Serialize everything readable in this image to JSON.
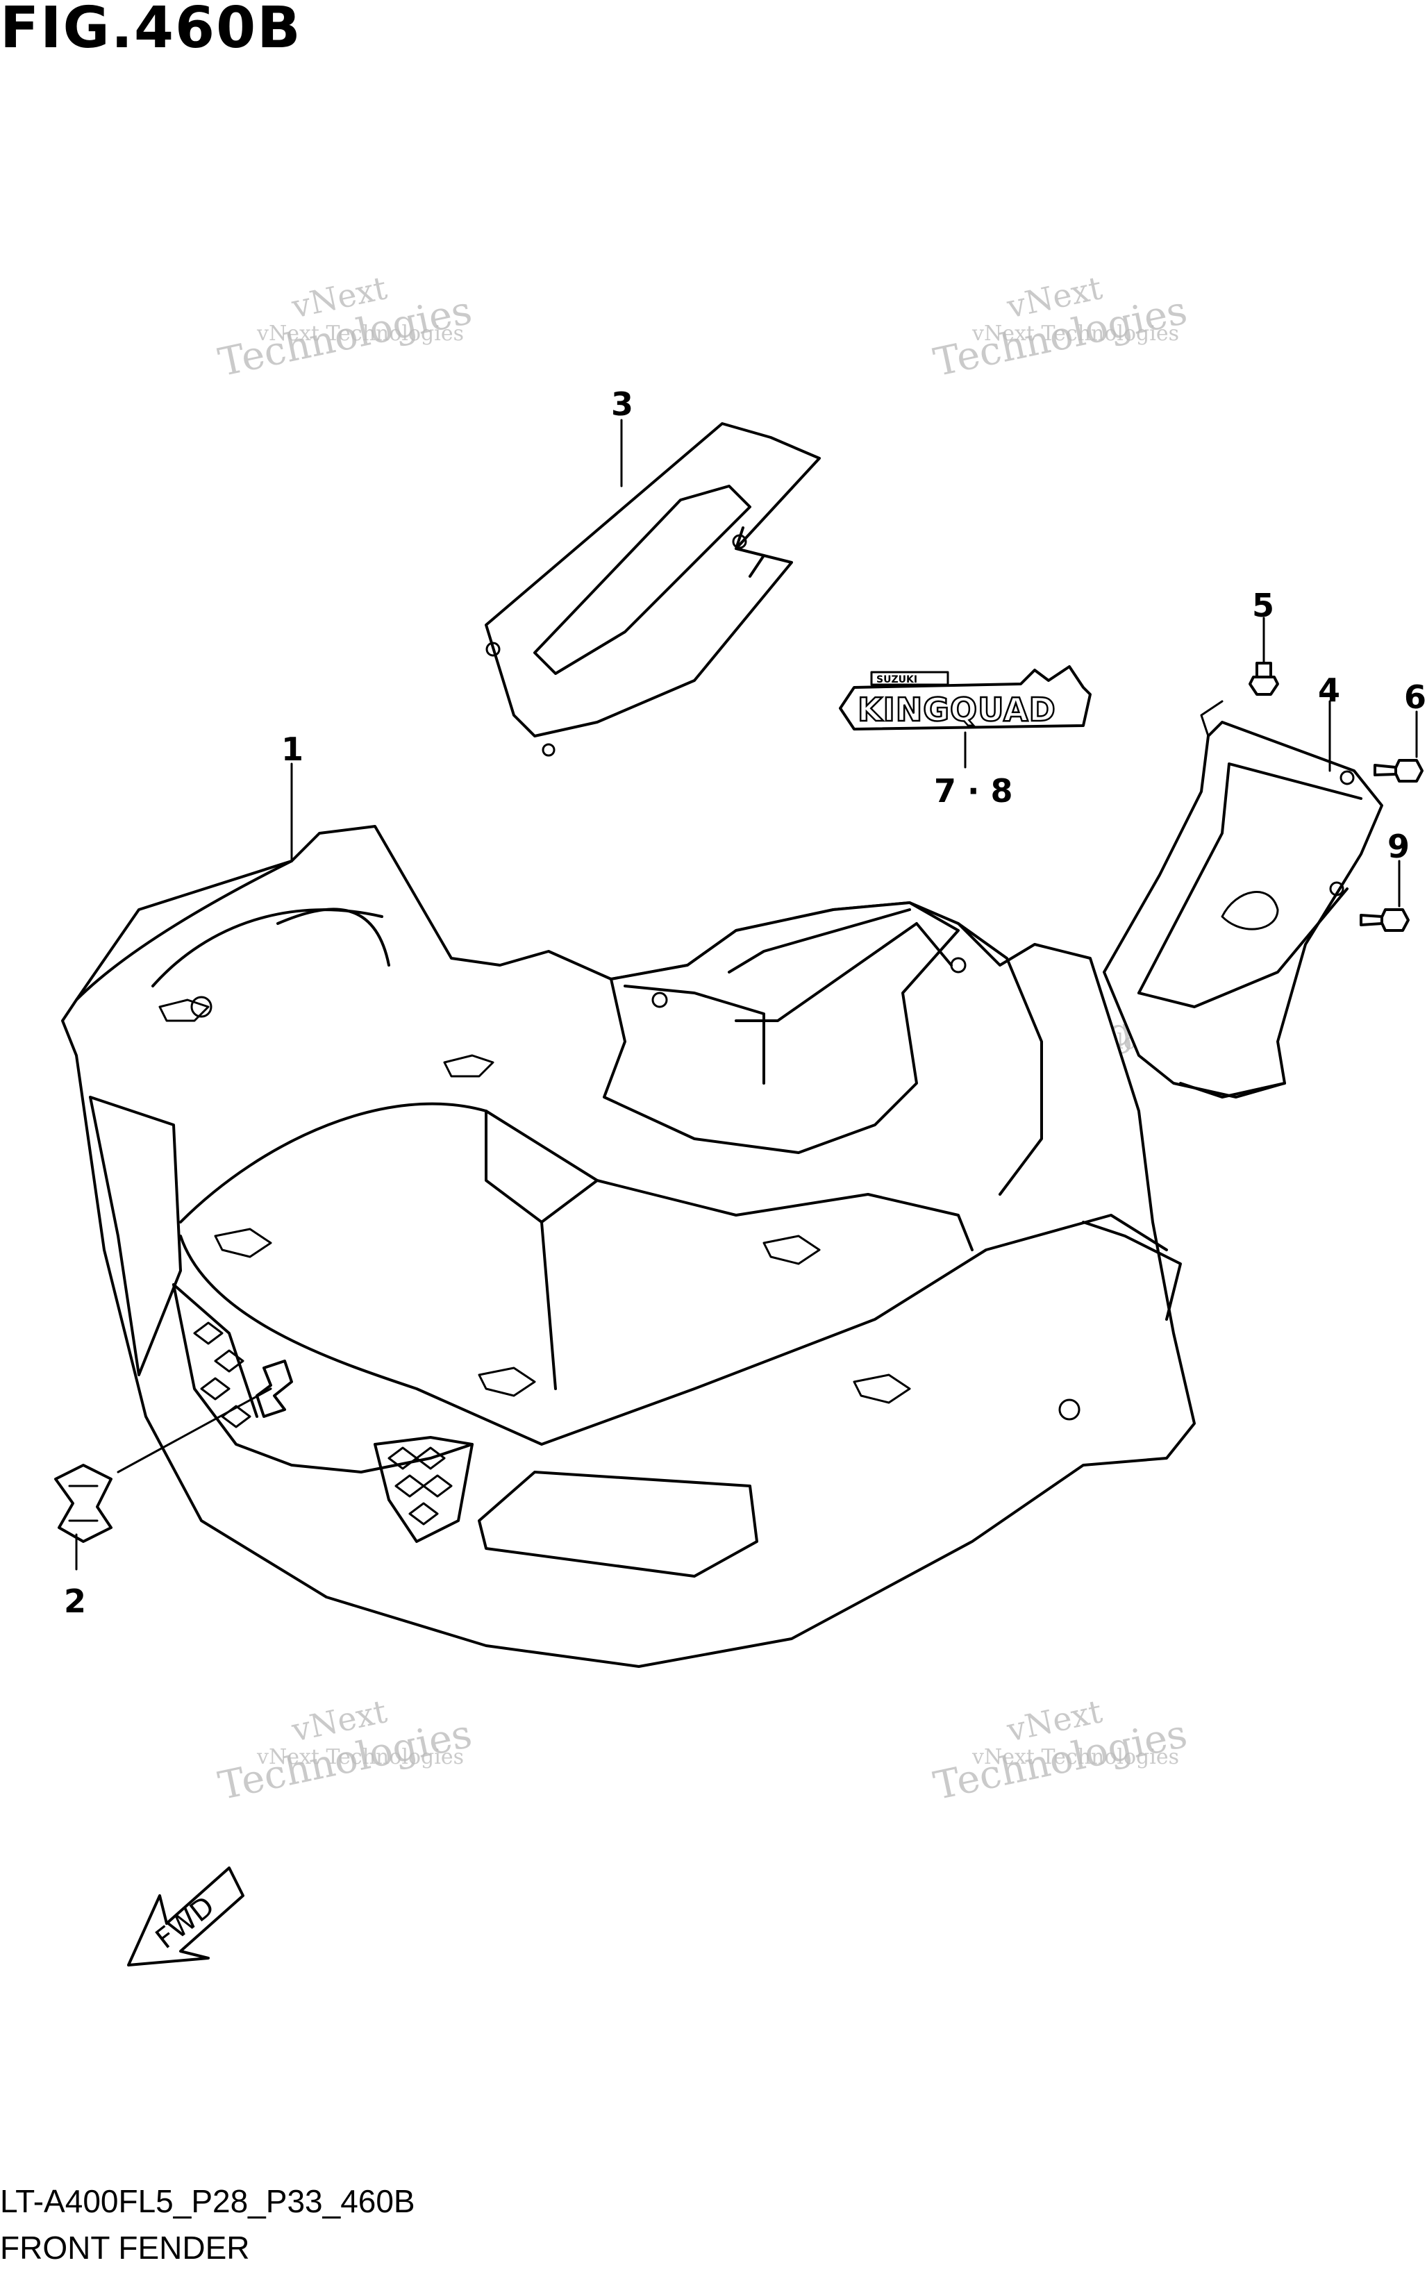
{
  "figure": {
    "title": "FIG.460B",
    "model_code": "LT-A400FL5_P28_P33_460B",
    "caption": "FRONT FENDER"
  },
  "callouts": {
    "c1": "1",
    "c2": "2",
    "c3": "3",
    "c4": "4",
    "c5": "5",
    "c6": "6",
    "c78": "7 · 8",
    "c9": "9"
  },
  "emblem": {
    "brand": "SUZUKI",
    "name": "KINGQUAD"
  },
  "direction": {
    "label": "FWD"
  },
  "watermark": {
    "small": "vNext Technologies",
    "big_line1": "vNext",
    "big_line2": "Technologies"
  }
}
